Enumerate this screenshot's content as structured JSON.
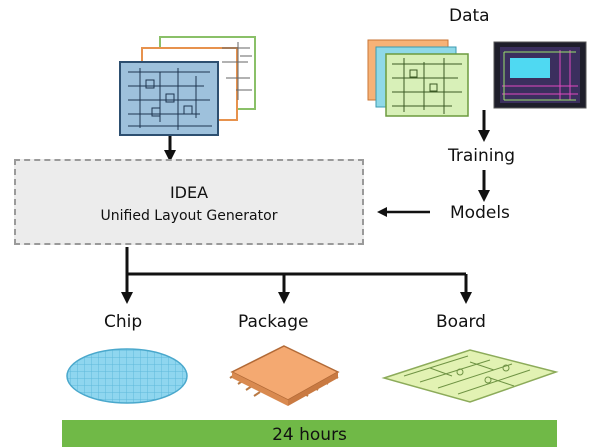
{
  "labels": {
    "data": "Data",
    "training": "Training",
    "models": "Models",
    "chip": "Chip",
    "package": "Package",
    "board": "Board"
  },
  "generator": {
    "title": "IDEA",
    "subtitle": "Unified Layout Generator"
  },
  "timeline": {
    "label": "24 hours",
    "color": "#70b947"
  },
  "colors": {
    "schematic_front": "#9ec1dc",
    "schematic_mid": "#f4a66a",
    "schematic_back": "#c9e6a8",
    "data_front": "#d8f0b8",
    "data_cyan": "#8fd9e8",
    "data_orange": "#f6b277",
    "wafer": "#8fd6ef",
    "package": "#f4a971",
    "board": "#e2f2b3",
    "box_fill": "#ececec",
    "box_border": "#9a9a9a"
  }
}
